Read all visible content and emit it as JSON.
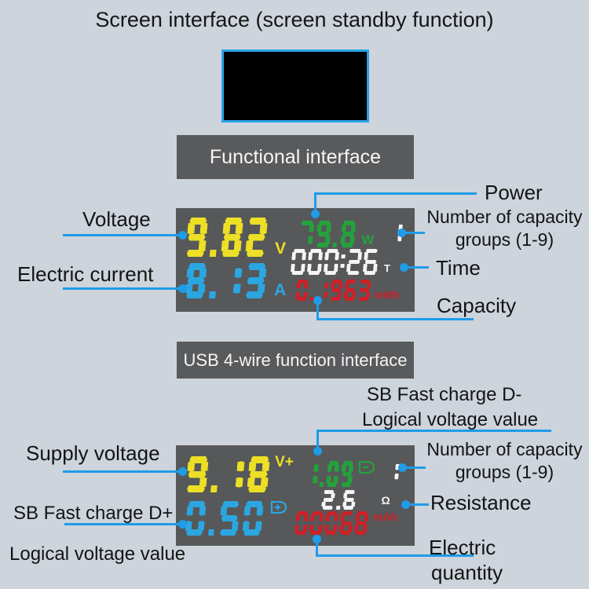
{
  "title": "Screen interface (screen standby function)",
  "colors": {
    "background": "#cdd4dc",
    "box_gray": "#595a5c",
    "screen_black": "#000000",
    "screen_border_blue": "#29a3e8",
    "connector_blue": "#1e9ce8",
    "digit_yellow": "#ecdf26",
    "digit_green": "#23a23c",
    "digit_blue": "#2ba6e0",
    "digit_white": "#f4f4f4",
    "digit_red": "#d01f27"
  },
  "icons": {
    "d_minus_icon": "D shape with minus (USB D- logic level)",
    "d_plus_icon": "D shape with plus (USB D+ logic level)"
  },
  "functional_section": {
    "box_label": "Functional interface",
    "display": {
      "voltage": {
        "value": "9.82",
        "unit": "V"
      },
      "power": {
        "value": "79.8",
        "unit": "W"
      },
      "capacity_group": {
        "value": "1"
      },
      "time": {
        "value": "000:26",
        "unit": "T"
      },
      "current": {
        "value": "8.13",
        "unit": "A"
      },
      "capacity": {
        "value": "0.1963",
        "unit": "mWh"
      }
    },
    "labels": {
      "voltage": "Voltage",
      "current": "Electric current",
      "power": "Power",
      "groups_line1": "Number of capacity",
      "groups_line2": "groups (1-9)",
      "time": "Time",
      "capacity": "Capacity"
    }
  },
  "usb_section": {
    "box_label": "USB 4-wire function interface",
    "display": {
      "supply_voltage": {
        "value": "9.18",
        "unit": "V+"
      },
      "d_minus_voltage": {
        "value": "1.09"
      },
      "capacity_group": {
        "value": "1"
      },
      "resistance": {
        "value": "2.6",
        "unit": "Ω"
      },
      "d_plus_voltage": {
        "value": "0.50"
      },
      "electric_quantity": {
        "value": "00068",
        "unit": "mAh"
      }
    },
    "labels": {
      "d_minus_line1": "SB Fast charge D-",
      "d_minus_line2": "Logical voltage value",
      "supply_voltage": "Supply voltage",
      "groups_line1": "Number of capacity",
      "groups_line2": "groups (1-9)",
      "resistance": "Resistance",
      "electric_line1": "Electric",
      "electric_line2": "quantity",
      "d_plus_line1": "SB Fast charge D+",
      "d_plus_line2": "Logical voltage value"
    }
  }
}
